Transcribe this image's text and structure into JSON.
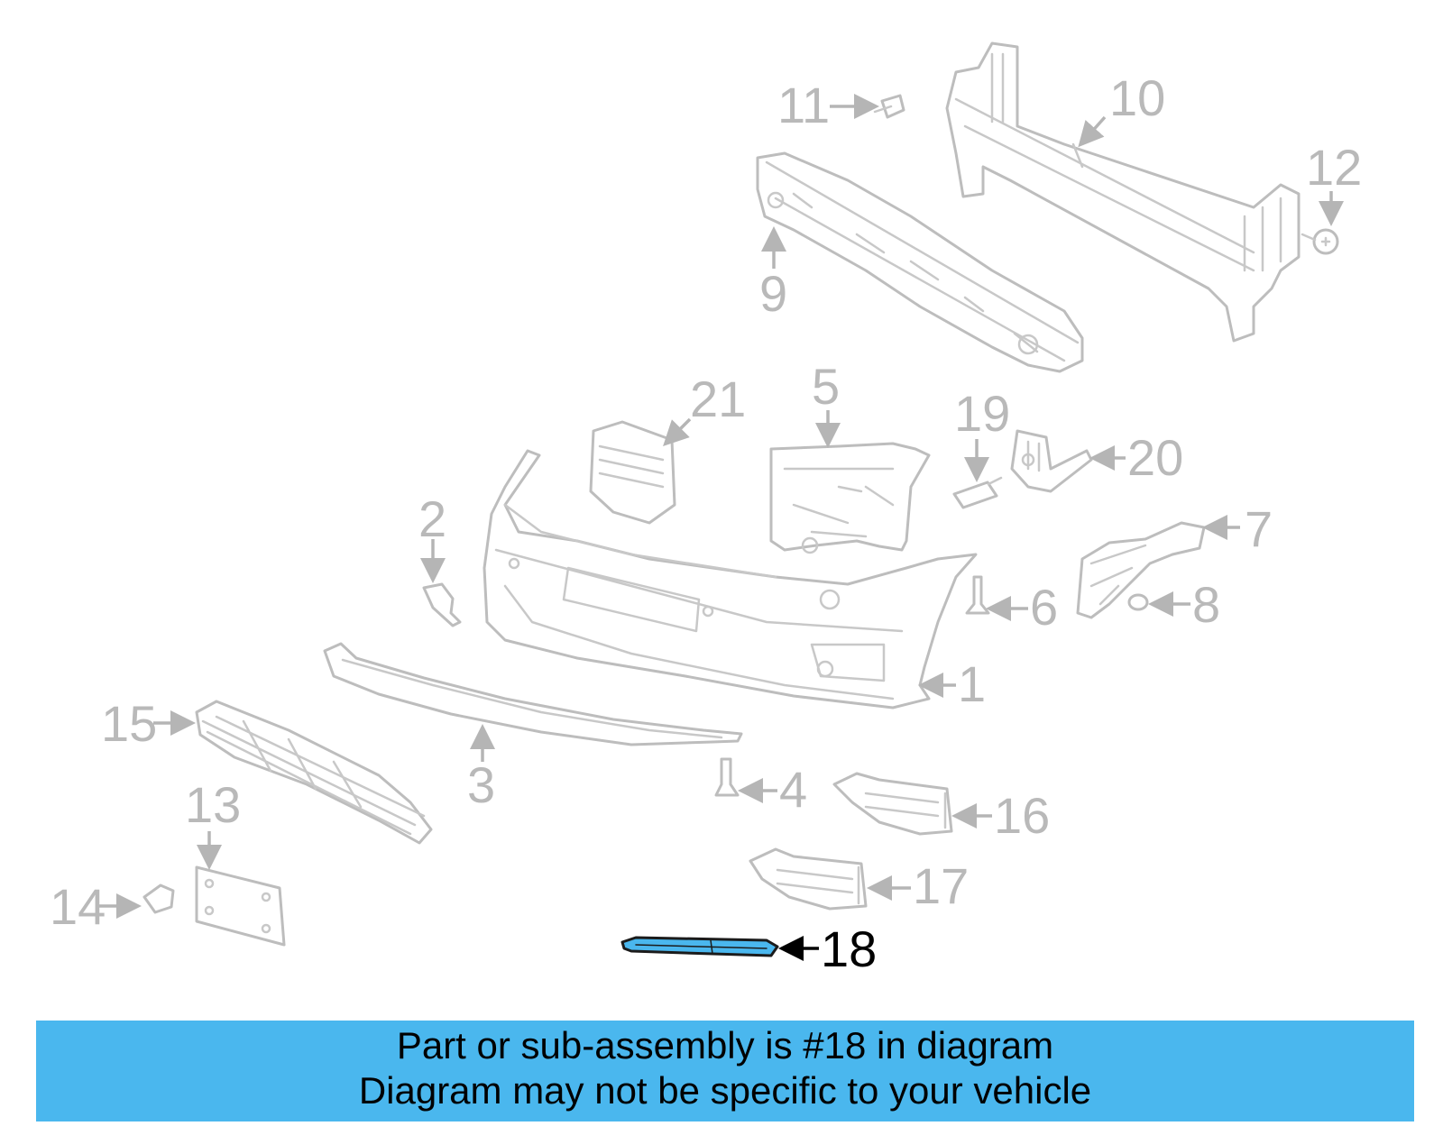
{
  "callouts": {
    "c1": "1",
    "c2": "2",
    "c3": "3",
    "c4": "4",
    "c5": "5",
    "c6": "6",
    "c7": "7",
    "c8": "8",
    "c9": "9",
    "c10": "10",
    "c11": "11",
    "c12": "12",
    "c13": "13",
    "c14": "14",
    "c15": "15",
    "c16": "16",
    "c17": "17",
    "c18": "18",
    "c19": "19",
    "c20": "20",
    "c21": "21"
  },
  "highlighted_part": "18",
  "colors": {
    "highlight_fill": "#4ab7ee",
    "banner": "#4ab7ee",
    "part_outline": "#bdbdbd",
    "callout_text": "#b9b9b9"
  },
  "banner": {
    "line1": "Part or sub-assembly is #18 in diagram",
    "line2": "Diagram may not be specific to your vehicle"
  }
}
